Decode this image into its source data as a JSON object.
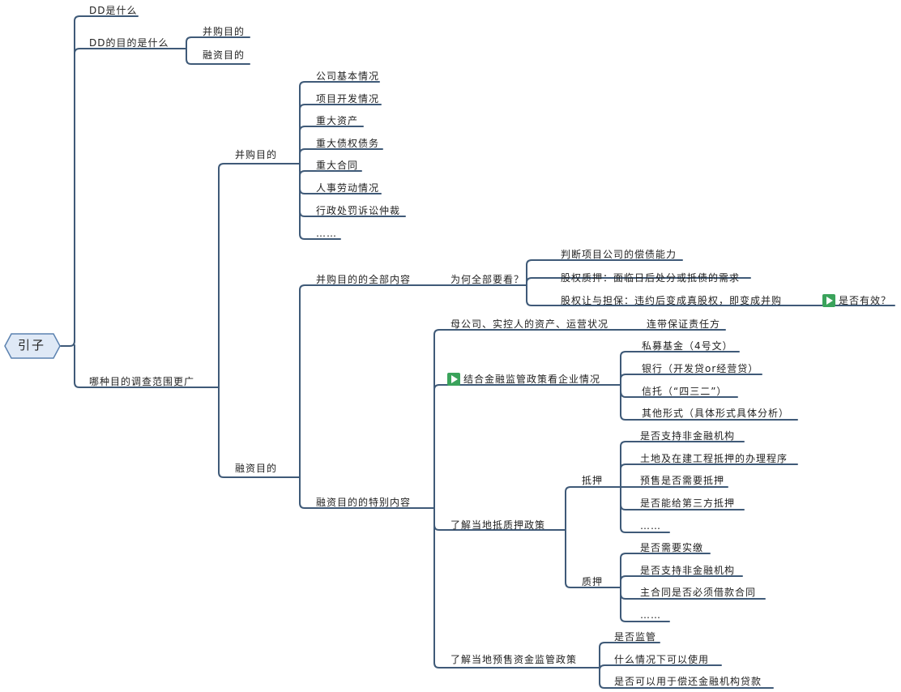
{
  "root": "引子",
  "level1": {
    "dd_what": "DD是什么",
    "dd_purpose": "DD的目的是什么",
    "which_wider": "哪种目的调查范围更广"
  },
  "dd_purpose_children": [
    "并购目的",
    "融资目的"
  ],
  "which_wider_children": [
    "并购目的",
    "融资目的"
  ],
  "ma_items": [
    "公司基本情况",
    "项目开发情况",
    "重大资产",
    "重大债权债务",
    "重大合同",
    "人事劳动情况",
    "行政处罚诉讼仲裁",
    "……"
  ],
  "ma_full": "并购目的的全部内容",
  "why_full": "为何全部要看？",
  "why_items": [
    "判断项目公司的偿债能力",
    "股权质押：面临日后处分或抵债的需求",
    "股权让与担保：违约后变成真股权，即变成并购"
  ],
  "is_valid": "是否有效？",
  "fin_special": "融资目的的特别内容",
  "parent_assets": "母公司、实控人的资产、运营状况",
  "joint_liability": "连带保证责任方",
  "combine_policy": "结合金融监管政策看企业情况",
  "policy_items": [
    "私募基金（4号文）",
    "银行（开发贷or经营贷）",
    "信托（“四三二”）",
    "其他形式（具体形式具体分析）"
  ],
  "local_pledge": "了解当地抵质押政策",
  "mortgage": "抵押",
  "mortgage_items": [
    "是否支持非金融机构",
    "土地及在建工程抵押的办理程序",
    "预售是否需要抵押",
    "是否能给第三方抵押",
    "……"
  ],
  "pledge": "质押",
  "pledge_items": [
    "是否需要实缴",
    "是否支持非金融机构",
    "主合同是否必须借款合同",
    "……"
  ],
  "presale": "了解当地预售资金监管政策",
  "presale_items": [
    "是否监管",
    "什么情况下可以使用",
    "是否可以用于偿还金融机构贷款"
  ],
  "colors": {
    "line": "#3f5a78",
    "root_fill": "#dfe9f6",
    "root_border": "#5b82b0",
    "flag": "#3aa35b"
  }
}
